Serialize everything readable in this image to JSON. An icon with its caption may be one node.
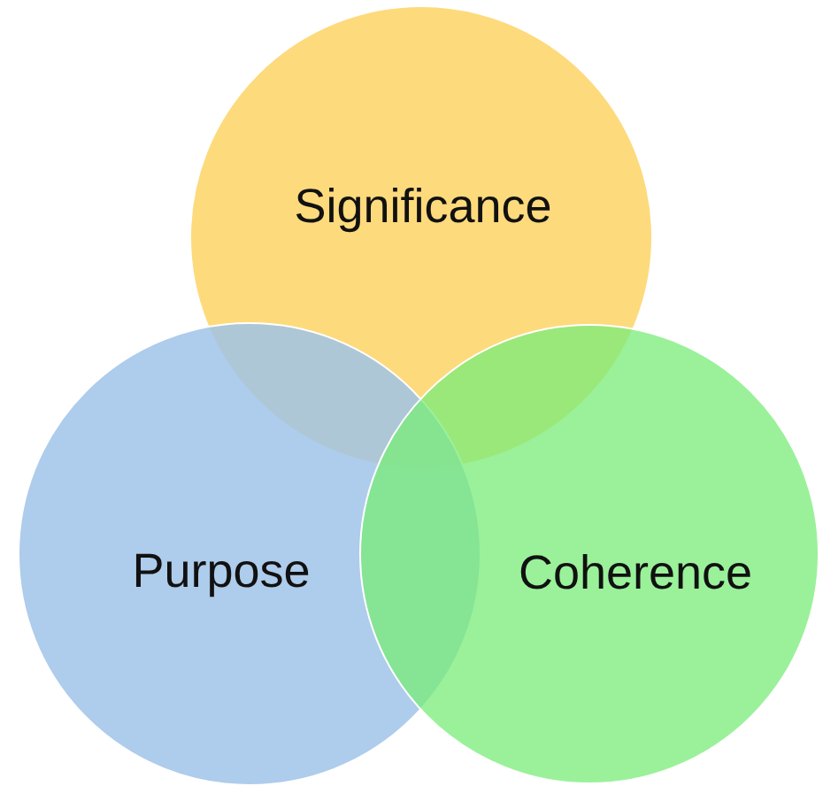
{
  "diagram": {
    "nodes": [
      {
        "text": [
          "Significance"
        ]
      },
      {
        "text": [
          "Purpose"
        ]
      },
      {
        "text": [
          "Coherence"
        ]
      }
    ]
  }
}
